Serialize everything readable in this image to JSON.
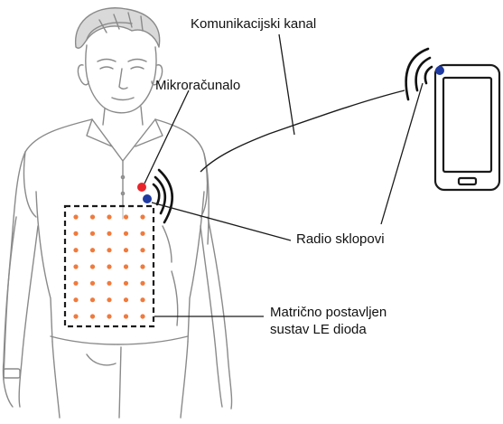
{
  "labels": {
    "communication_channel": "Komunikacijski kanal",
    "microcomputer": "Mikroračunalo",
    "radio_circuits": "Radio sklopovi",
    "led_matrix_line1": "Matrično postavljen",
    "led_matrix_line2": "sustav LE dioda"
  },
  "colors": {
    "led_dot": "#f07a3c",
    "microcomputer_dot": "#e8252b",
    "radio_dot": "#1f3aa0",
    "phone_dot": "#1f3aa0",
    "outline": "#1a1a1a",
    "sketch": "#8a8a8a"
  },
  "led_matrix": {
    "rows": 7,
    "columns": 5
  }
}
